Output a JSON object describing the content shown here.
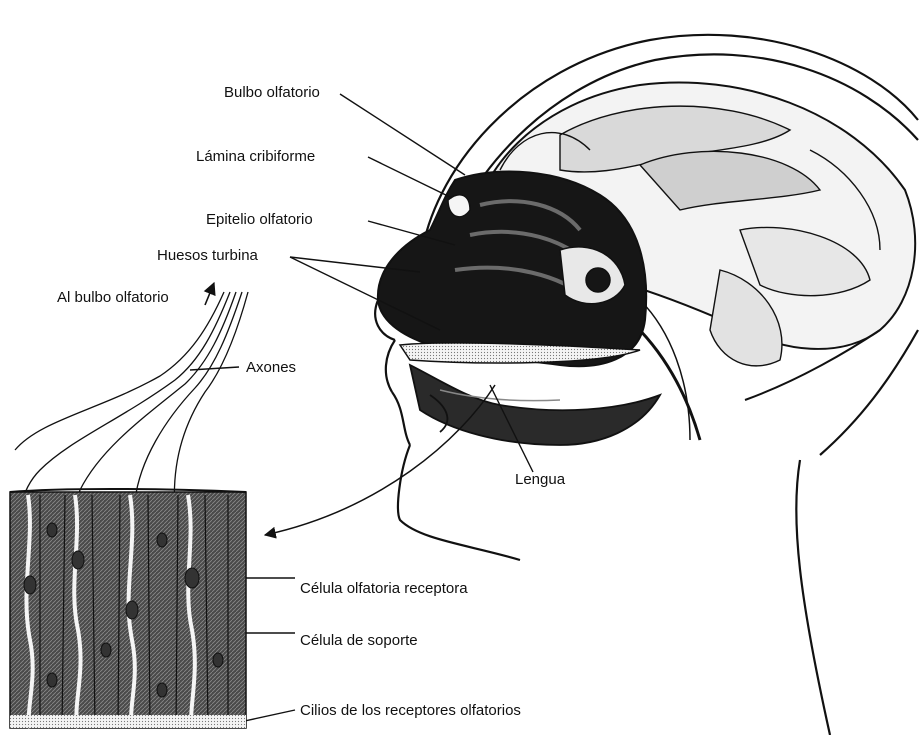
{
  "labels": {
    "bulbo": "Bulbo olfatorio",
    "lamina": "Lámina cribiforme",
    "epitelio": "Epitelio olfatorio",
    "huesos": "Huesos turbina",
    "al_bulbo": "Al bulbo olfatorio",
    "axones": "Axones",
    "lengua": "Lengua",
    "celula_receptora": "Célula olfatoria receptora",
    "celula_soporte": "Célula de soporte",
    "cilios": "Cilios de los receptores olfatorios"
  },
  "colors": {
    "ink": "#111111",
    "tissue_dark": "#1a1a1a",
    "tissue_mid": "#6b6b6b",
    "tissue_light": "#bdbdbd",
    "paper": "#ffffff"
  }
}
